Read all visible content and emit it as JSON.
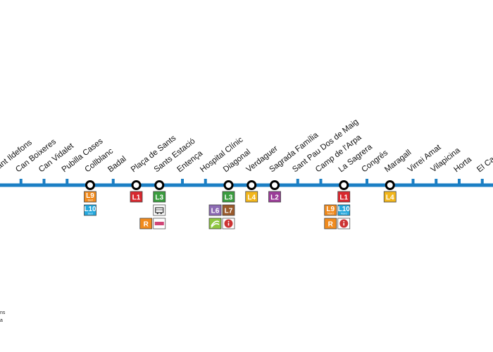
{
  "line": {
    "color": "#1b7fc4"
  },
  "stations": [
    {
      "name": "Sant Ildefons",
      "transfer": false
    },
    {
      "name": "Can Boixeres",
      "transfer": false
    },
    {
      "name": "Can Vidalet",
      "transfer": false
    },
    {
      "name": "Pubilla Cases",
      "transfer": false
    },
    {
      "name": "Collblanc",
      "transfer": true
    },
    {
      "name": "Badal",
      "transfer": false
    },
    {
      "name": "Plaça de Sants",
      "transfer": true
    },
    {
      "name": "Sants Estació",
      "transfer": true
    },
    {
      "name": "Entença",
      "transfer": false
    },
    {
      "name": "Hospital Clínic",
      "transfer": false
    },
    {
      "name": "Diagonal",
      "transfer": true
    },
    {
      "name": "Verdaguer",
      "transfer": true
    },
    {
      "name": "Sagrada Família",
      "transfer": true
    },
    {
      "name": "Sant Pau Dos de Maig",
      "transfer": false
    },
    {
      "name": "Camp de l'Arpa",
      "transfer": false
    },
    {
      "name": "La Sagrera",
      "transfer": true
    },
    {
      "name": "Congrés",
      "transfer": false
    },
    {
      "name": "Maragall",
      "transfer": true
    },
    {
      "name": "Virrei Amat",
      "transfer": false
    },
    {
      "name": "Vilapicina",
      "transfer": false
    },
    {
      "name": "Horta",
      "transfer": false
    },
    {
      "name": "El Carmel",
      "transfer": false
    }
  ],
  "connections": [
    {
      "station": 4,
      "rows": [
        [
          {
            "label": "L9",
            "sub": "Sud",
            "color": "#f08a1d"
          }
        ],
        [
          {
            "label": "L10",
            "sub": "Sud",
            "color": "#22a7dd"
          }
        ]
      ]
    },
    {
      "station": 6,
      "rows": [
        [
          {
            "label": "L1",
            "color": "#d8282f"
          }
        ]
      ]
    },
    {
      "station": 7,
      "rows": [
        [
          {
            "label": "L3",
            "color": "#3a9d3e"
          }
        ],
        [
          {
            "label": "",
            "icon": "bus-icon",
            "color": "#ffffff"
          }
        ],
        [
          {
            "label": "R",
            "color": "#f08a1d"
          },
          {
            "label": "",
            "icon": "renfe-logo",
            "color": "#ffffff"
          }
        ]
      ]
    },
    {
      "station": 10,
      "rows": [
        [
          {
            "label": "L3",
            "color": "#3a9d3e"
          }
        ],
        [
          {
            "label": "L6",
            "color": "#8d6bb4"
          },
          {
            "label": "L7",
            "color": "#9a5a2b"
          }
        ],
        [
          {
            "label": "",
            "icon": "fgc-icon",
            "color": "#8dc63f"
          },
          {
            "label": "",
            "icon": "info-icon",
            "color": "#ffffff"
          }
        ]
      ]
    },
    {
      "station": 11,
      "rows": [
        [
          {
            "label": "L4",
            "color": "#f2b61b"
          }
        ]
      ]
    },
    {
      "station": 12,
      "rows": [
        [
          {
            "label": "L2",
            "color": "#9b3c98"
          }
        ]
      ]
    },
    {
      "station": 15,
      "rows": [
        [
          {
            "label": "L1",
            "color": "#d8282f"
          }
        ],
        [
          {
            "label": "L9",
            "sub": "Nord",
            "color": "#f08a1d"
          },
          {
            "label": "L10",
            "sub": "Nord",
            "color": "#22a7dd"
          }
        ],
        [
          {
            "label": "R",
            "color": "#f08a1d"
          },
          {
            "label": "",
            "icon": "info-icon",
            "color": "#ffffff"
          }
        ]
      ]
    },
    {
      "station": 17,
      "rows": [
        [
          {
            "label": "L4",
            "color": "#f2b61b"
          }
        ]
      ]
    }
  ],
  "footer": [
    "ns",
    "a"
  ]
}
